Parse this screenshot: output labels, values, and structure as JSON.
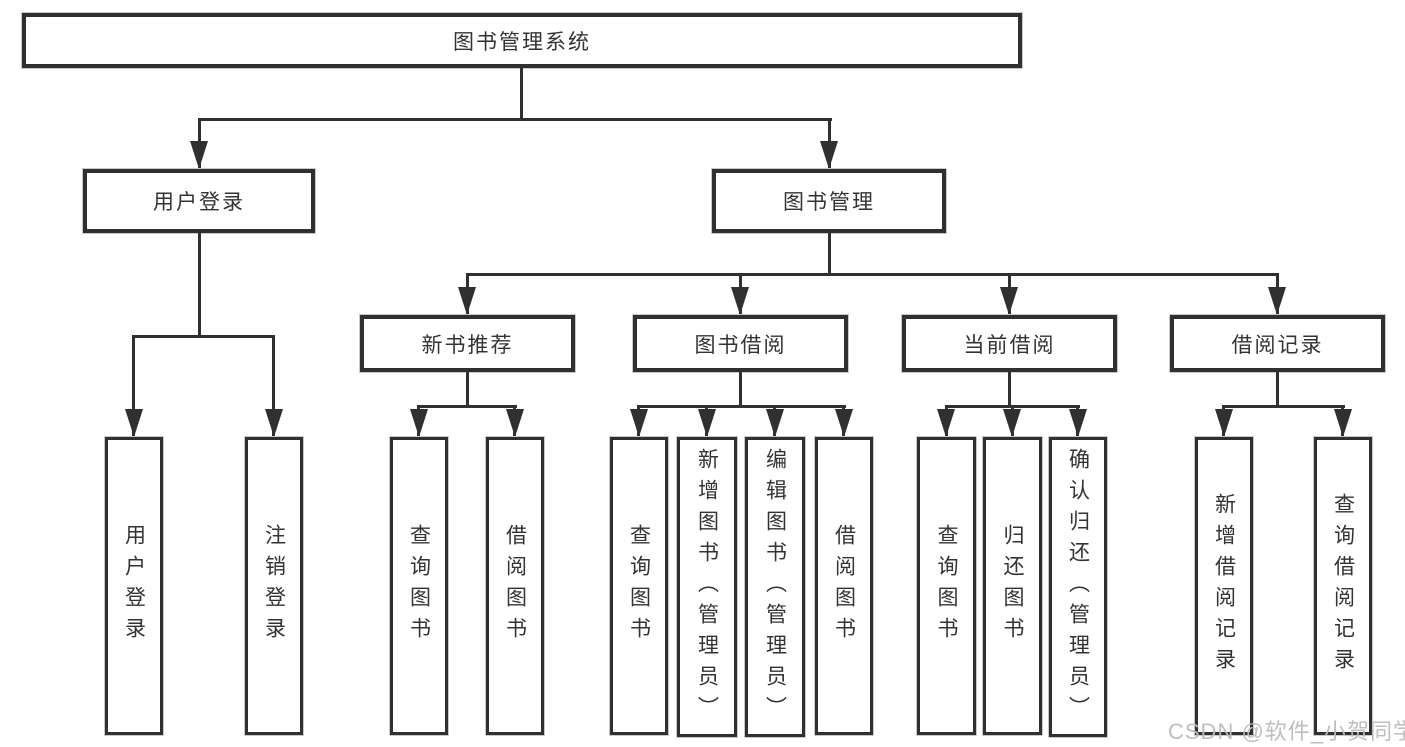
{
  "title": "图书管理系统",
  "colors": {
    "line": "#303030",
    "box_background": "#ffffff",
    "text": "#333333",
    "watermark": "#bbbbbb"
  },
  "nodes": {
    "root": "图书管理系统",
    "level2": [
      "用户登录",
      "图书管理"
    ],
    "level3": [
      "新书推荐",
      "图书借阅",
      "当前借阅",
      "借阅记录"
    ],
    "leaves": [
      "用户登录",
      "注销登录",
      "查询图书",
      "借阅图书",
      "查询图书",
      "新增图书（管理员）",
      "编辑图书（管理员）",
      "借阅图书",
      "查询图书",
      "归还图书",
      "确认归还（管理员）",
      "新增借阅记录",
      "查询借阅记录"
    ]
  },
  "watermark": "CSDN @软件_小贺同学"
}
